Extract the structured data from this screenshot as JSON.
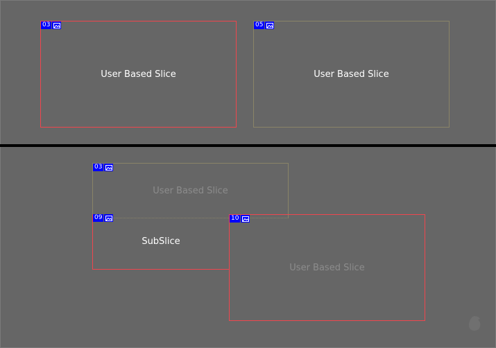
{
  "slices": [
    {
      "number": "03",
      "label": "User Based Slice",
      "state": "selected"
    },
    {
      "number": "05",
      "label": "User Based Slice",
      "state": "inactive"
    },
    {
      "number": "03",
      "label": "User Based Slice",
      "state": "inactive"
    },
    {
      "number": "09",
      "label": "SubSlice",
      "state": "selected"
    },
    {
      "number": "10",
      "label": "User Based Slice",
      "state": "selected"
    }
  ],
  "colors": {
    "background": "#666666",
    "selected_border": "#f0464e",
    "badge": "#0000ff"
  }
}
